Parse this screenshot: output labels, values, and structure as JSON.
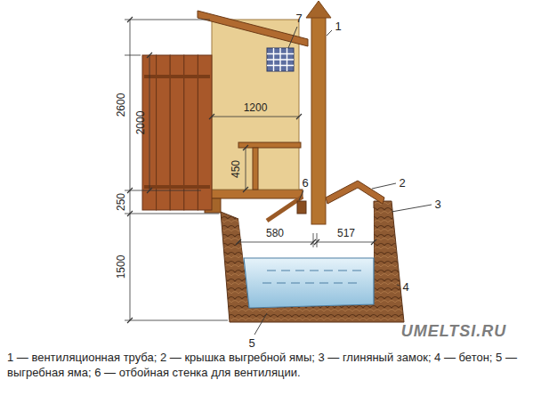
{
  "diagram": {
    "caption": "1 — вентиляционная труба; 2 — крышка выгребной ямы; 3 — глиняный замок; 4 — бетон; 5 — выгребная яма; 6 — отбойная стенка для вентиляции.",
    "labels": [
      "1",
      "2",
      "3",
      "4",
      "5",
      "6",
      "7",
      "2600",
      "2000",
      "1200",
      "450",
      "250",
      "1500",
      "580",
      "517",
      "UMELTSI.RU"
    ]
  }
}
